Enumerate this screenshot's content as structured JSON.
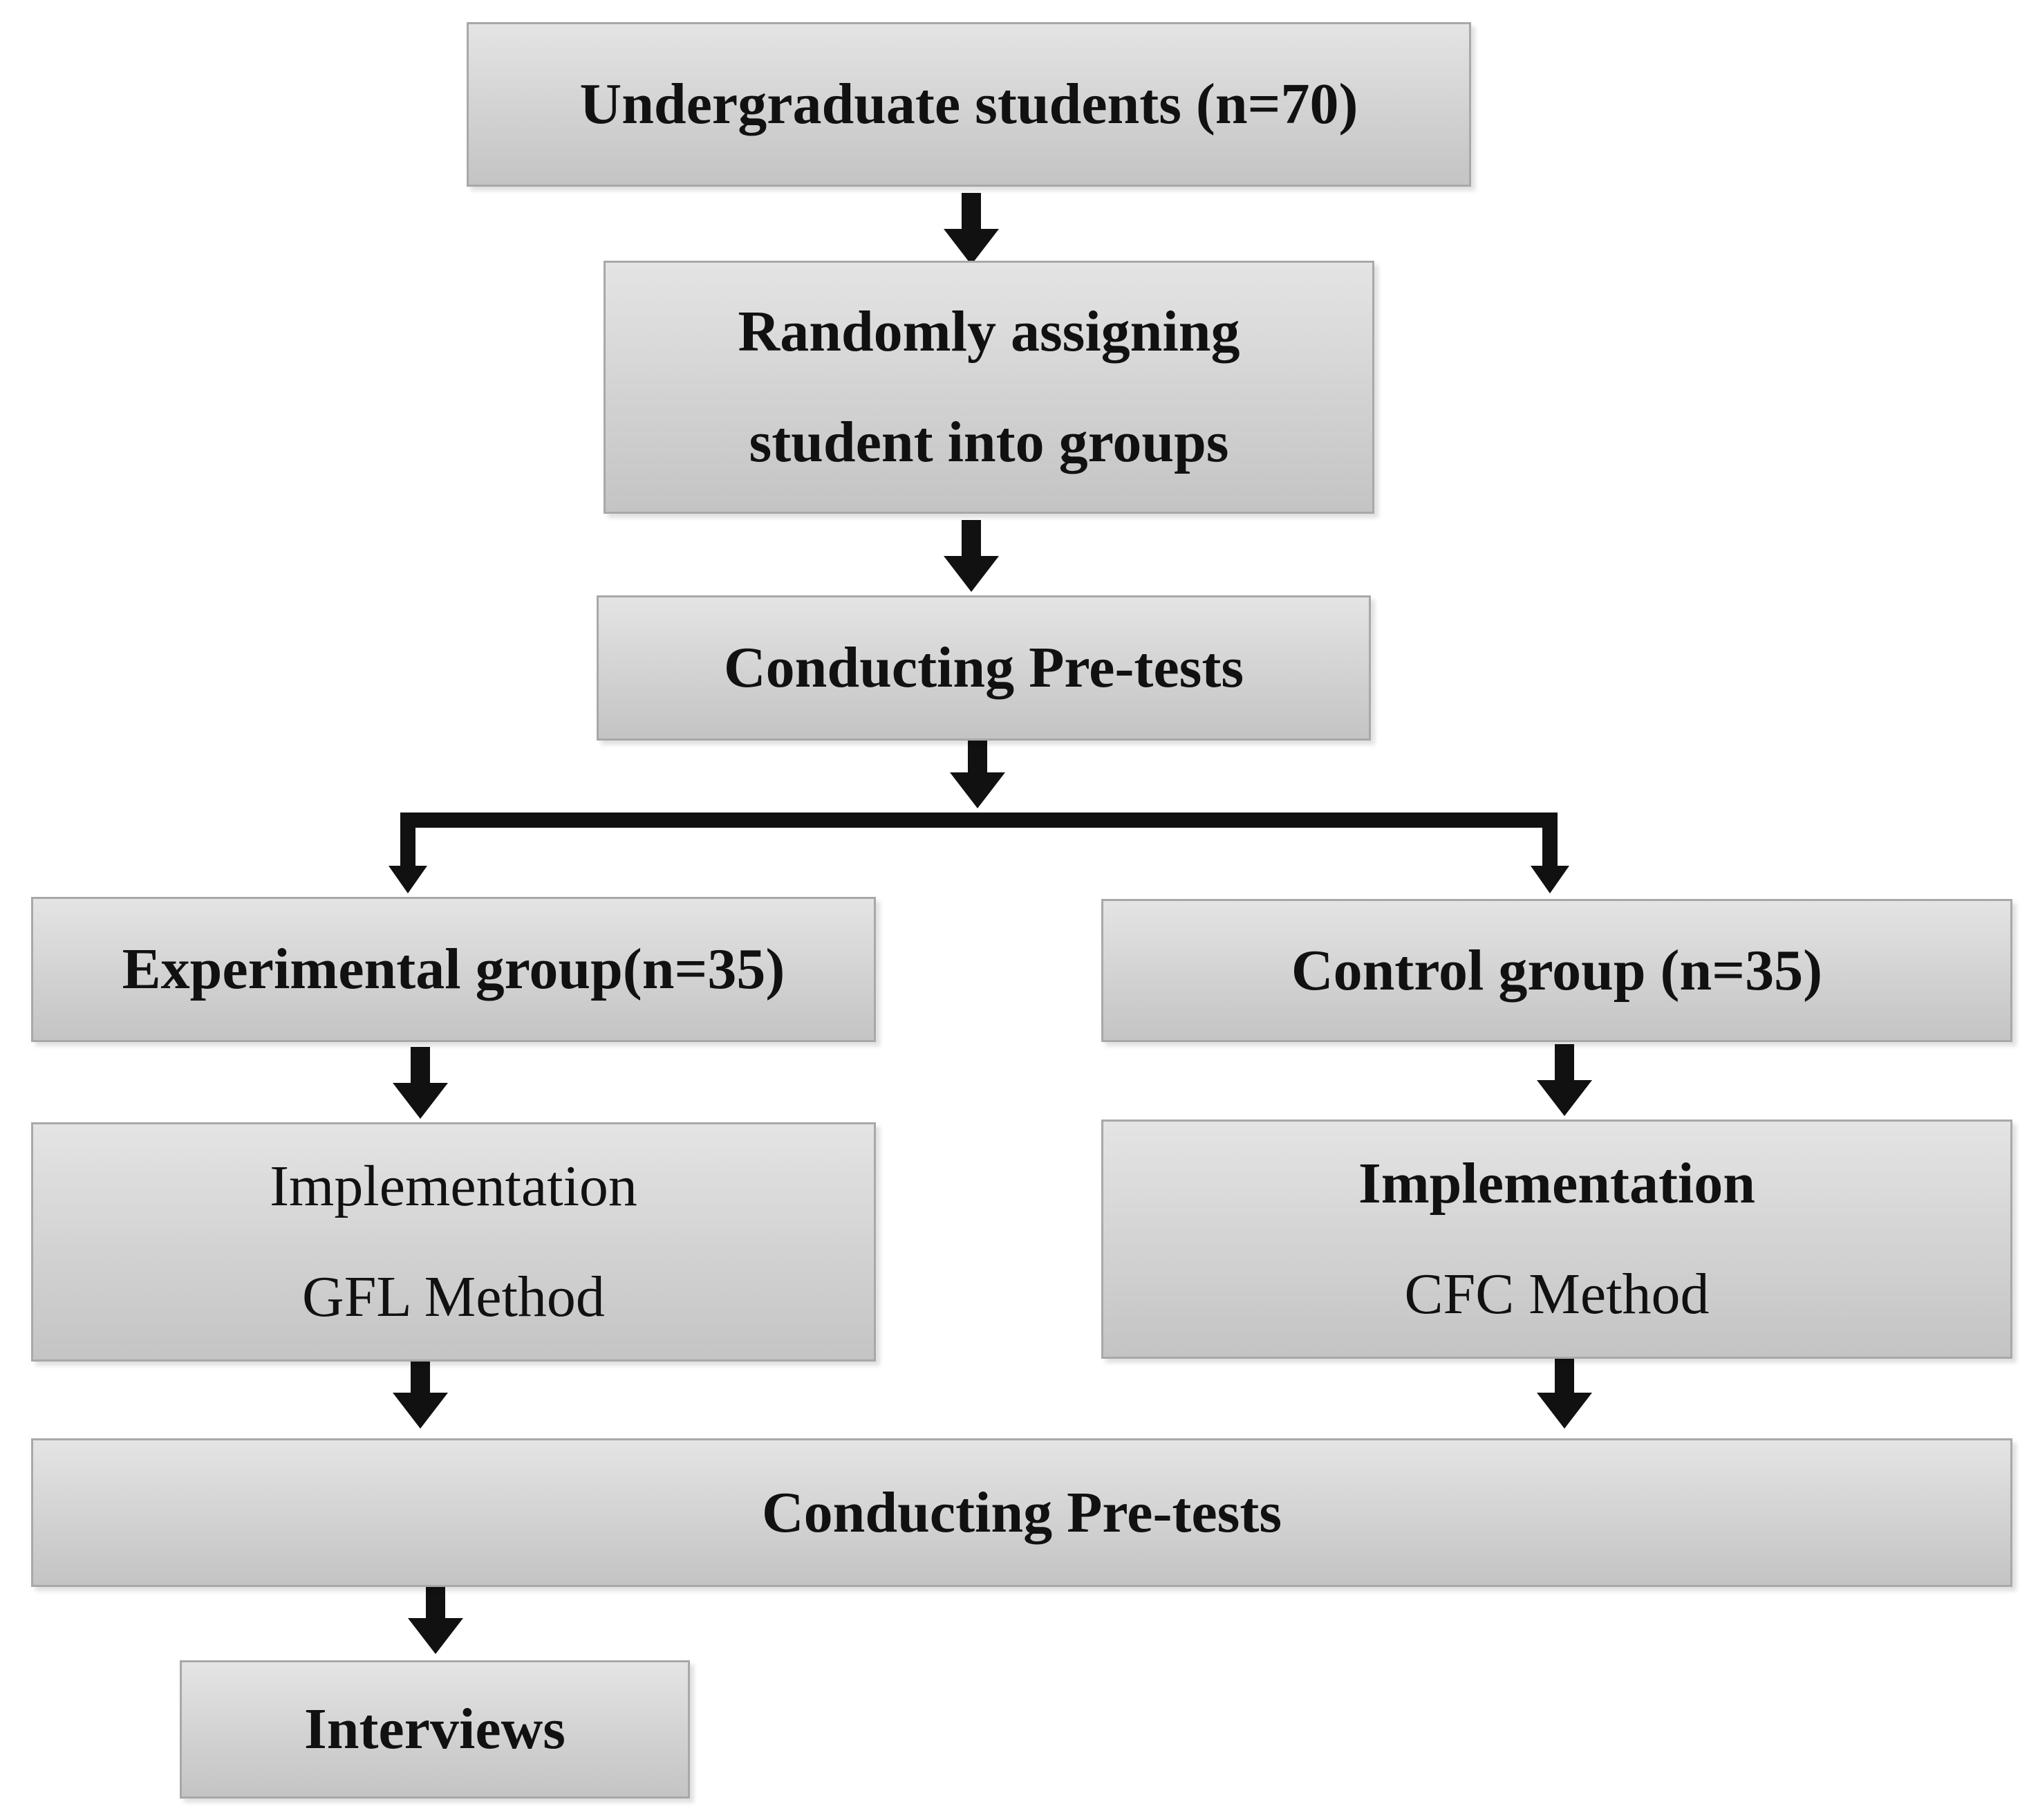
{
  "diagram": {
    "nodes": {
      "undergraduates": {
        "lines": [
          "Undergraduate students (n=70)"
        ]
      },
      "random_assign": {
        "lines": [
          "Randomly assigning",
          "student into groups"
        ]
      },
      "pretests": {
        "lines": [
          "Conducting Pre-tests"
        ]
      },
      "experimental": {
        "lines": [
          "Experimental group(n=35)"
        ]
      },
      "control": {
        "lines": [
          "Control group (n=35)"
        ]
      },
      "impl_gfl": {
        "lines": [
          "Implementation",
          "GFL Method"
        ]
      },
      "impl_cfc": {
        "lines": [
          "Implementation",
          "CFC Method"
        ]
      },
      "posttests": {
        "lines": [
          "Conducting Pre-tests"
        ]
      },
      "interviews": {
        "lines": [
          "Interviews"
        ]
      }
    },
    "edges": [
      [
        "undergraduates",
        "random_assign"
      ],
      [
        "random_assign",
        "pretests"
      ],
      [
        "pretests",
        "experimental"
      ],
      [
        "pretests",
        "control"
      ],
      [
        "experimental",
        "impl_gfl"
      ],
      [
        "control",
        "impl_cfc"
      ],
      [
        "impl_gfl",
        "posttests"
      ],
      [
        "impl_cfc",
        "posttests"
      ],
      [
        "posttests",
        "interviews"
      ]
    ],
    "colors": {
      "box_fill": "#d2d2d2",
      "box_border": "#a8a8a8",
      "arrow": "#111111",
      "text": "#111111"
    }
  }
}
